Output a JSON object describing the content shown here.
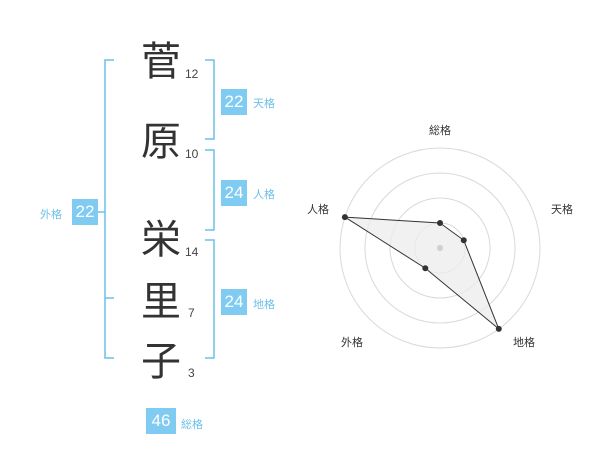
{
  "name": {
    "chars": [
      {
        "char": "菅",
        "strokes": "12"
      },
      {
        "char": "原",
        "strokes": "10"
      },
      {
        "char": "栄",
        "strokes": "14"
      },
      {
        "char": "里",
        "strokes": "7"
      },
      {
        "char": "子",
        "strokes": "3"
      }
    ]
  },
  "fortune": {
    "tenkaku": {
      "value": "22",
      "label": "天格"
    },
    "jinkaku": {
      "value": "24",
      "label": "人格"
    },
    "chikaku": {
      "value": "24",
      "label": "地格"
    },
    "gaikaku": {
      "value": "22",
      "label": "外格"
    },
    "soukaku": {
      "value": "46",
      "label": "総格"
    }
  },
  "colors": {
    "accent": "#7fcbf1",
    "bracket": "#6cc0ea"
  },
  "chart_data": {
    "type": "radar",
    "axes": [
      "総格",
      "天格",
      "地格",
      "外格",
      "人格"
    ],
    "values": [
      1,
      1,
      4,
      1,
      4
    ],
    "max": 4,
    "rings": 4
  }
}
